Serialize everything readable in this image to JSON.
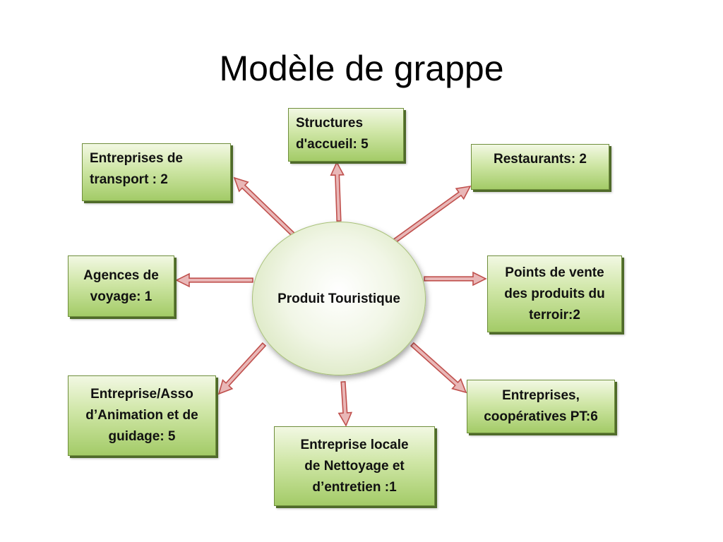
{
  "title": "Modèle de grappe",
  "center": {
    "line1": "Produit",
    "line2": "Touristique"
  },
  "nodes": {
    "structures": {
      "line1": "Structures",
      "line2": "d'accueil: 5"
    },
    "transport": {
      "line1": "Entreprises de",
      "line2": "transport : 2"
    },
    "restaurants": {
      "line1": "Restaurants: 2"
    },
    "agences": {
      "line1": "Agences de",
      "line2": "voyage: 1"
    },
    "points_vente": {
      "line1": "Points de vente",
      "line2": "des produits du",
      "line3": "terroir:2"
    },
    "animation": {
      "line1": "Entreprise/Asso",
      "line2": "d’Animation et de",
      "line3": "guidage: 5"
    },
    "cooperatives": {
      "line1": "Entreprises,",
      "line2": "coopératives PT:6"
    },
    "nettoyage": {
      "line1": "Entreprise locale",
      "line2": "de Nettoyage et",
      "line3": "d’entretien :1"
    }
  },
  "colors": {
    "arrow_fill": "#e9b7b7",
    "arrow_stroke": "#c0504d",
    "node_border": "#6f8e3c"
  }
}
